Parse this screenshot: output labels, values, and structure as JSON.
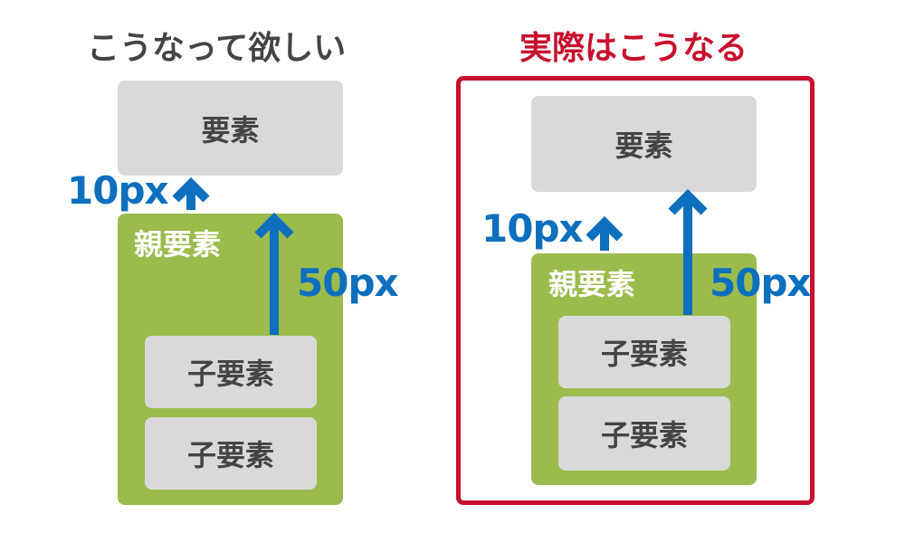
{
  "colors": {
    "title_dark": "#444444",
    "title_red": "#c8102e",
    "arrow_blue": "#0d6fbd",
    "parent_green": "#9bbb4d",
    "element_gray": "#d9d9d9"
  },
  "left": {
    "title": "こうなって欲しい",
    "element_label": "要素",
    "parent_label": "親要素",
    "margin_small_label": "10px",
    "margin_large_label": "50px",
    "children": [
      "子要素",
      "子要素"
    ]
  },
  "right": {
    "title": "実際はこうなる",
    "element_label": "要素",
    "parent_label": "親要素",
    "margin_small_label": "10px",
    "margin_large_label": "50px",
    "children": [
      "子要素",
      "子要素"
    ]
  },
  "icons": {
    "arrow": "arrow-up-icon"
  }
}
